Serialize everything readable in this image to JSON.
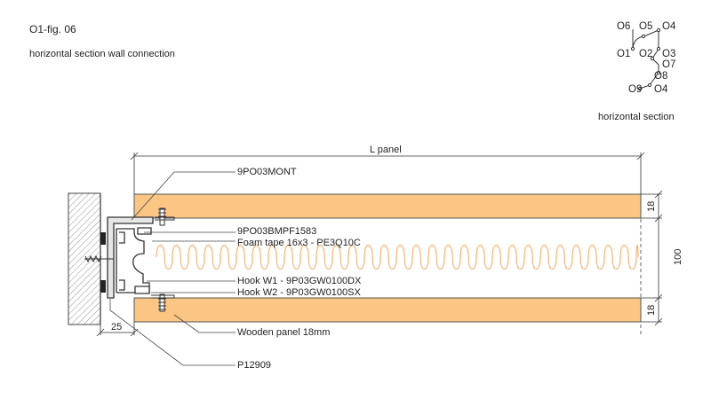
{
  "header": {
    "figure_id": "O1-fig. 06",
    "caption": "horizontal section wall connection"
  },
  "key": {
    "o6": "O6",
    "o5": "O5",
    "o4_top": "O4",
    "o1": "O1",
    "o2": "O2",
    "o3": "O3",
    "o7": "O7",
    "o8": "O8",
    "o9": "O9",
    "o4_bottom": "O4",
    "caption": "horizontal section"
  },
  "dimensions": {
    "panel_length": "L panel",
    "top_board": "18",
    "total_depth": "100",
    "bottom_board": "18",
    "offset": "25"
  },
  "callouts": {
    "mont": "9PO03MONT",
    "bmpf": "9PO03BMPF1583",
    "foam_tape": "Foam tape 16x3 - PE3Q10C",
    "hook_w1": "Hook W1 - 9P03GW0100DX",
    "hook_w2": "Hook W2 - 9P03GW0100SX",
    "wooden_panel": "Wooden panel 18mm",
    "profile": "P12909"
  },
  "colors": {
    "wood": "#fbc583",
    "insulation": "#f3a257",
    "line": "#333333",
    "wall_hatch": "#666666"
  }
}
